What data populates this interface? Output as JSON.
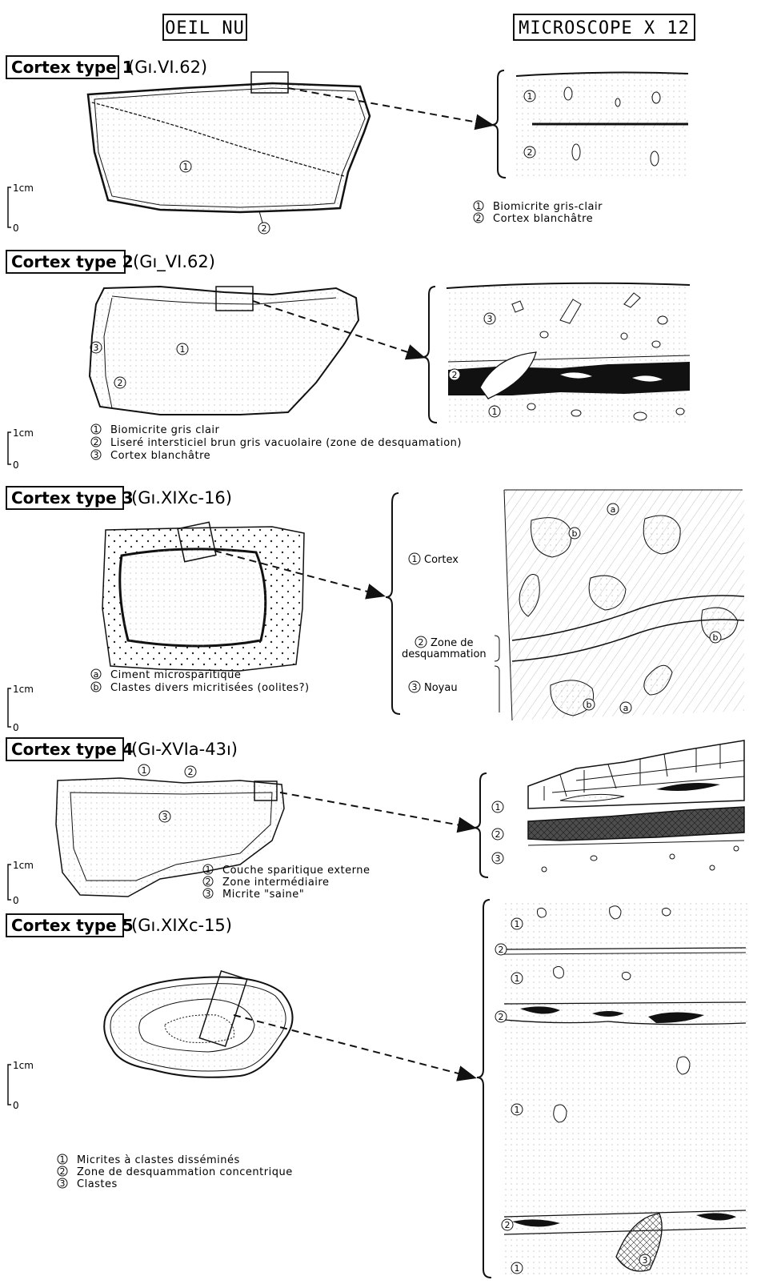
{
  "columns": {
    "left": "OEIL NU",
    "right": "MICROSCOPE  X 12"
  },
  "scale": {
    "top": "1cm",
    "bottom": "0"
  },
  "sections": [
    {
      "title": "Cortex type 1",
      "code": "(Gı.VI.62)",
      "legend": [
        {
          "marker": "1",
          "text": "Biomicrite gris-clair"
        },
        {
          "marker": "2",
          "text": "Cortex blanchâtre"
        }
      ]
    },
    {
      "title": "Cortex type 2",
      "code": "(Gı_VI.62)",
      "legend": [
        {
          "marker": "1",
          "text": "Biomicrite gris clair"
        },
        {
          "marker": "2",
          "text": "Liseré intersticiel brun gris vacuolaire (zone de desquamation)"
        },
        {
          "marker": "3",
          "text": "Cortex blanchâtre"
        }
      ]
    },
    {
      "title": "Cortex type 3",
      "code": "(Gı.XIXc-16)",
      "legend": [
        {
          "marker": "a",
          "text": "Ciment microsparitique"
        },
        {
          "marker": "b",
          "text": "Clastes divers micritisées (oolites?)"
        }
      ],
      "zones": [
        {
          "marker": "1",
          "text": "Cortex"
        },
        {
          "marker": "2",
          "text": "Zone de",
          "text2": "desquammation"
        },
        {
          "marker": "3",
          "text": "Noyau"
        }
      ]
    },
    {
      "title": "Cortex type 4",
      "code": "(Gı-XVIa-43ı)",
      "legend": [
        {
          "marker": "1",
          "text": "Couche sparitique externe"
        },
        {
          "marker": "2",
          "text": "Zone intermédiaire"
        },
        {
          "marker": "3",
          "text": "Micrite \"saine\""
        }
      ]
    },
    {
      "title": "Cortex type 5",
      "code": "(Gı.XIXc-15)",
      "legend": [
        {
          "marker": "1",
          "text": "Micrites à clastes disséminés"
        },
        {
          "marker": "2",
          "text": "Zone de desquammation concentrique"
        },
        {
          "marker": "3",
          "text": "Clastes"
        }
      ]
    }
  ]
}
